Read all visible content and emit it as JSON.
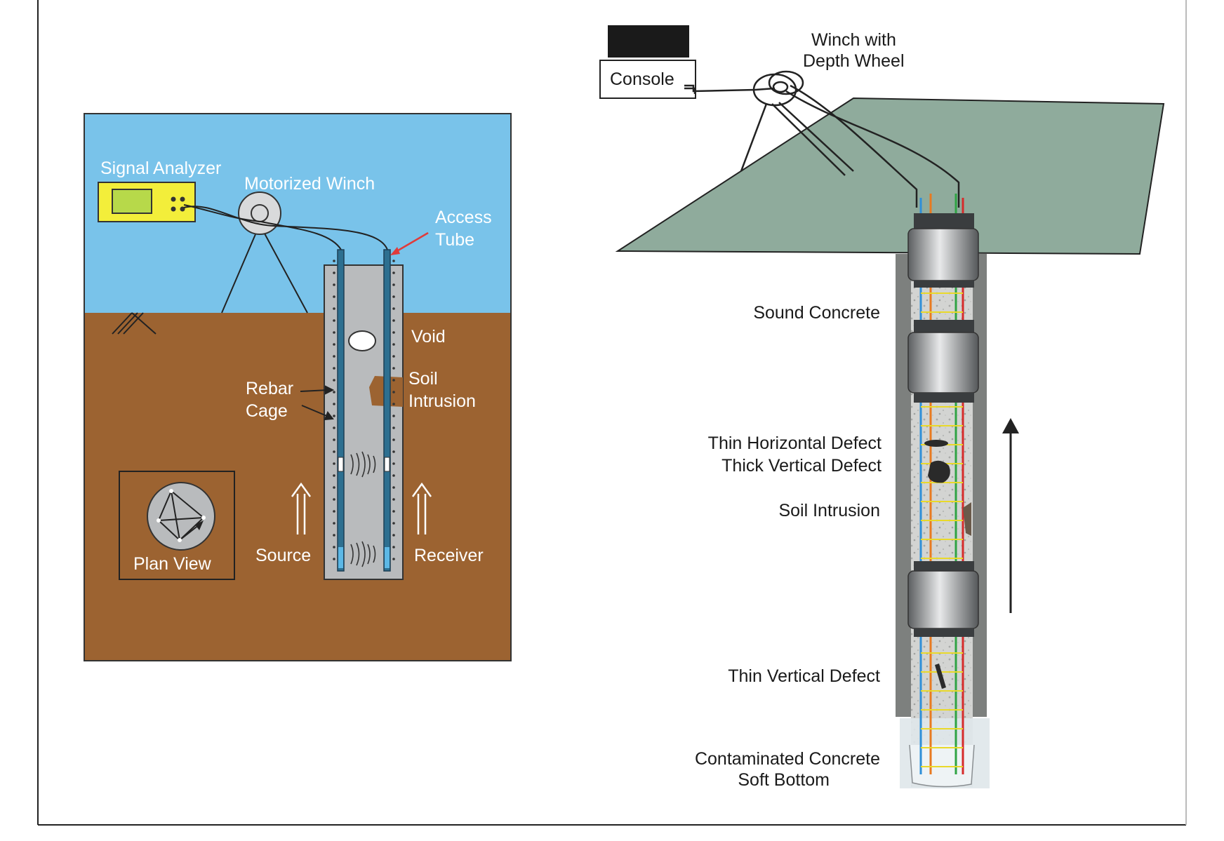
{
  "left_diagram": {
    "signal_analyzer": "Signal Analyzer",
    "motorized_winch": "Motorized Winch",
    "access_tube": [
      "Access",
      "Tube"
    ],
    "void": "Void",
    "soil_intrusion": [
      "Soil",
      "Intrusion"
    ],
    "rebar_cage": [
      "Rebar",
      "Cage"
    ],
    "plan_view": "Plan View",
    "source": "Source",
    "receiver": "Receiver",
    "colors": {
      "sky": "#79c3ea",
      "soil": "#9c6331",
      "analyzer": "#f3ee3a",
      "pile": "#b9bbbd",
      "tube": "#2d6f90"
    }
  },
  "right_diagram": {
    "console": "Console",
    "winch_depth_wheel": [
      "Winch with",
      "Depth Wheel"
    ],
    "sound_concrete": "Sound Concrete",
    "thin_horizontal_defect": "Thin Horizontal Defect",
    "thick_vertical_defect": "Thick Vertical Defect",
    "soil_intrusion": "Soil Intrusion",
    "thin_vertical_defect": "Thin Vertical Defect",
    "contaminated_concrete": "Contaminated Concrete",
    "soft_bottom": "Soft Bottom",
    "colors": {
      "slab": "#8fab9c",
      "shaft": "#7d807e",
      "tube_blue": "#2f8fd8",
      "tube_orange": "#e87a20",
      "tube_green": "#2fa344",
      "tube_red": "#d62b2b",
      "rung": "#e9d92a"
    }
  }
}
